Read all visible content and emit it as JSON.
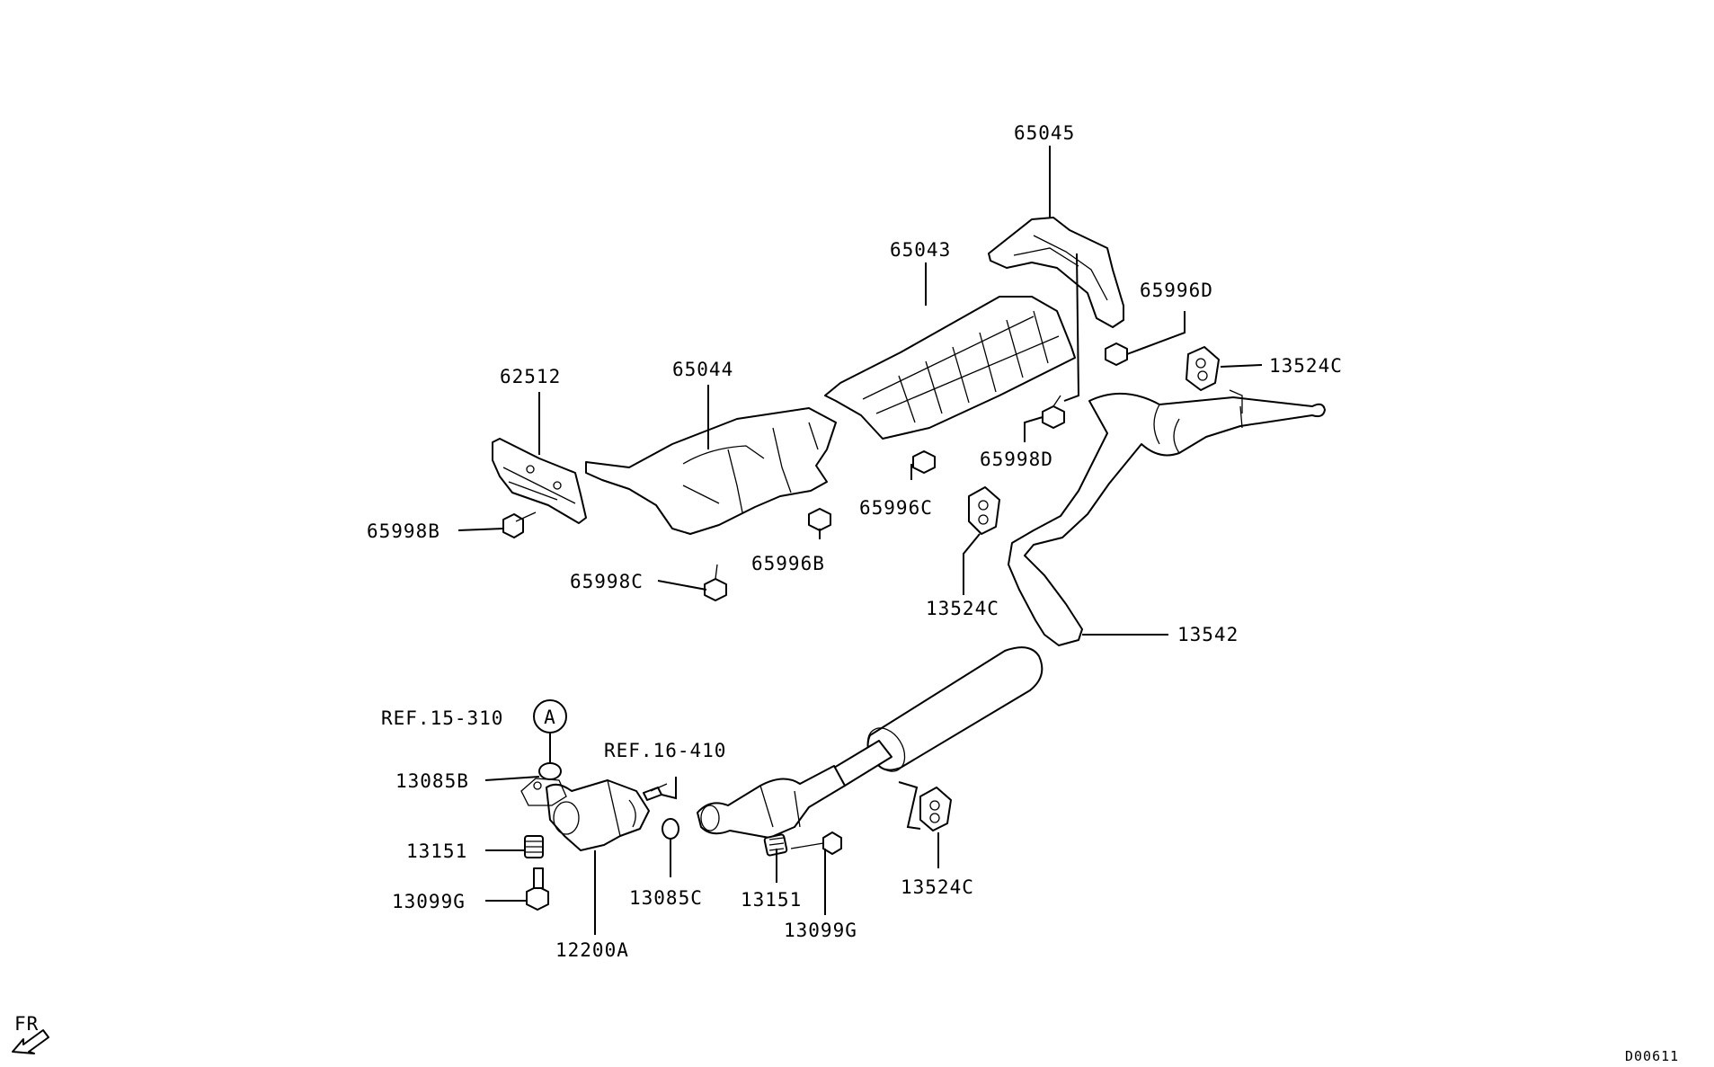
{
  "labels": {
    "p65045": "65045",
    "p65043": "65043",
    "p65996d": "65996D",
    "p13524c_right": "13524C",
    "p62512": "62512",
    "p65044": "65044",
    "p65998d": "65998D",
    "p65998b": "65998B",
    "p65996c": "65996C",
    "p65996b": "65996B",
    "p65998c": "65998C",
    "p13524c_mid": "13524C",
    "p13542": "13542",
    "ref_15_310": "REF.15-310",
    "callout_a": "A",
    "ref_16_410": "REF.16-410",
    "p13085b": "13085B",
    "p13151_left": "13151",
    "p13099g_left": "13099G",
    "p12200a": "12200A",
    "p13085c": "13085C",
    "p13151_mid": "13151",
    "p13099g_mid": "13099G",
    "p13524c_low": "13524C",
    "direction": "FR",
    "diagram_code": "D00611"
  }
}
